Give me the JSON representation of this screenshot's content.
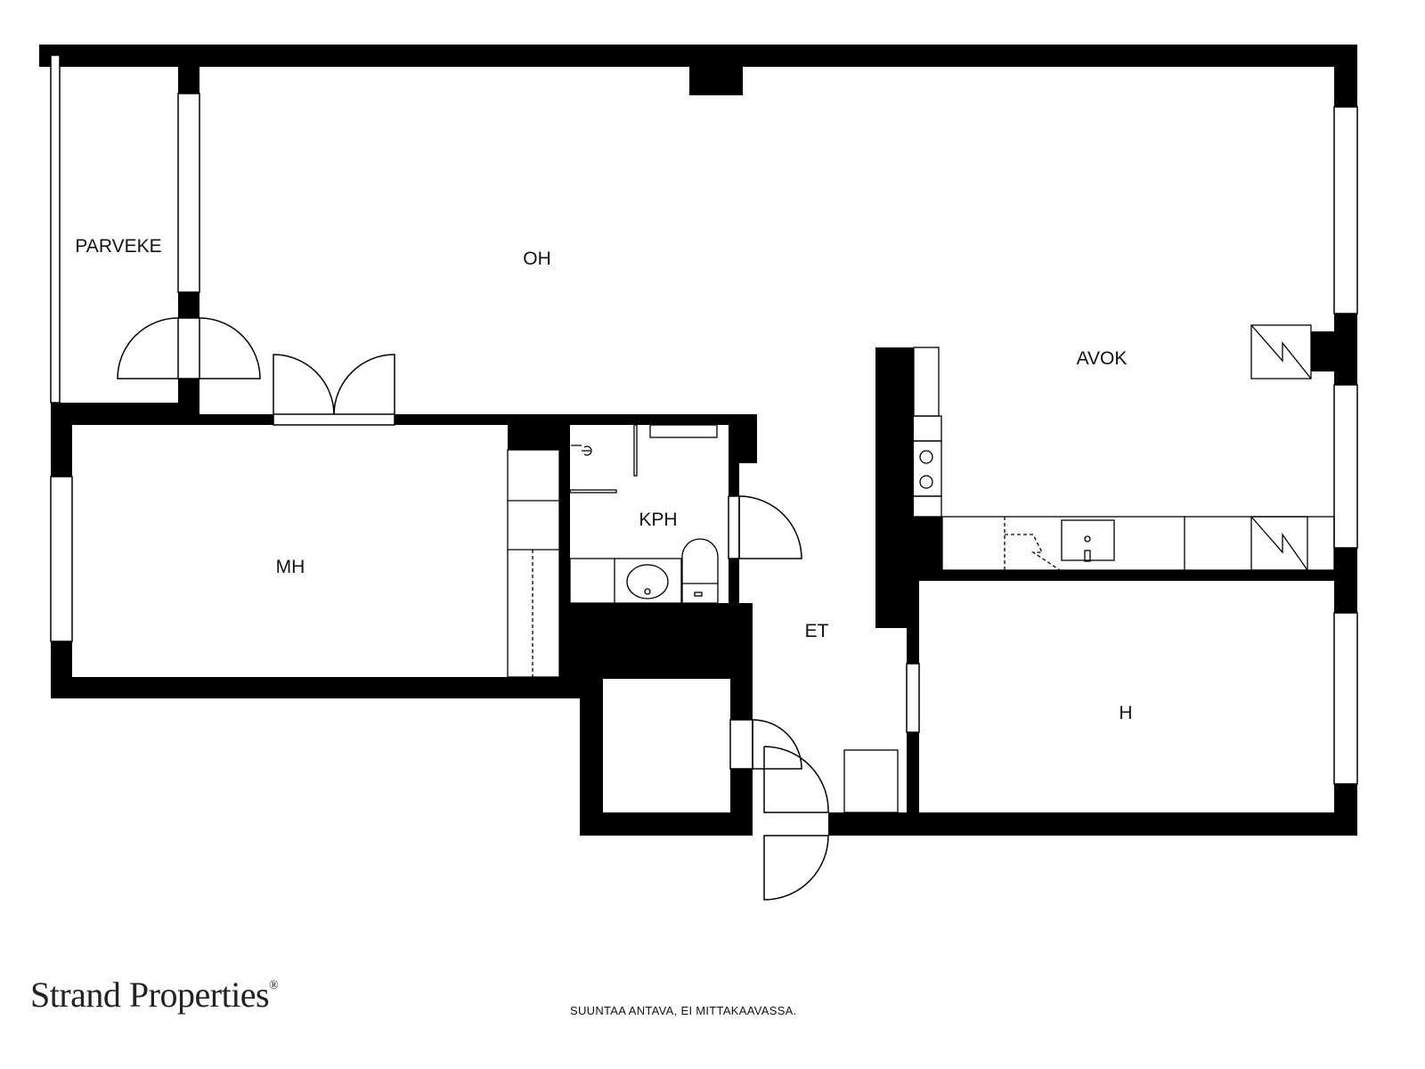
{
  "rooms": {
    "parveke": "PARVEKE",
    "oh": "OH",
    "avok": "AVOK",
    "mh": "MH",
    "kph": "KPH",
    "et": "ET",
    "h": "H"
  },
  "footer": {
    "logo_text": "Strand Properties",
    "logo_mark": "®",
    "disclaimer": "SUUNTAA ANTAVA, EI MITTAKAAVASSA."
  },
  "colors": {
    "wall": "#000000",
    "background": "#ffffff"
  }
}
